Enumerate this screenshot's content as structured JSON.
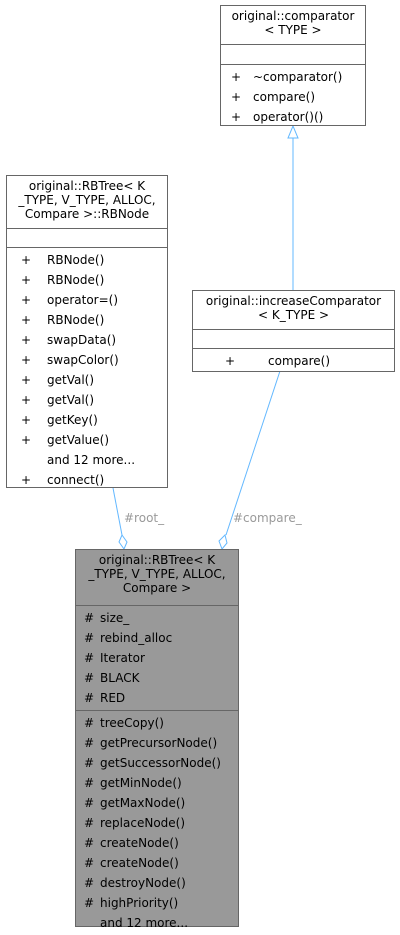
{
  "nodes": {
    "comparator": {
      "title_lines": [
        "original::comparator",
        "< TYPE >"
      ],
      "attributes": [],
      "methods": [
        {
          "vis": "+",
          "name": "~comparator()"
        },
        {
          "vis": "+",
          "name": "compare()"
        },
        {
          "vis": "+",
          "name": "operator()()"
        }
      ]
    },
    "rbnode": {
      "title_lines": [
        "original::RBTree< K",
        "_TYPE, V_TYPE, ALLOC,",
        "Compare >::RBNode"
      ],
      "attributes": [],
      "methods": [
        {
          "vis": "+",
          "name": "RBNode()"
        },
        {
          "vis": "+",
          "name": "RBNode()"
        },
        {
          "vis": "+",
          "name": "operator=()"
        },
        {
          "vis": "+",
          "name": "RBNode()"
        },
        {
          "vis": "+",
          "name": "swapData()"
        },
        {
          "vis": "+",
          "name": "swapColor()"
        },
        {
          "vis": "+",
          "name": "getVal()"
        },
        {
          "vis": "+",
          "name": "getVal()"
        },
        {
          "vis": "+",
          "name": "getKey()"
        },
        {
          "vis": "+",
          "name": "getValue()"
        },
        {
          "vis": "",
          "name": "and 12 more..."
        },
        {
          "vis": "+",
          "name": "connect()"
        }
      ]
    },
    "increase": {
      "title_lines": [
        "original::increaseComparator",
        "< K_TYPE >"
      ],
      "attributes": [],
      "methods": [
        {
          "vis": "+",
          "name": "compare()"
        }
      ]
    },
    "rbtree": {
      "title_lines": [
        "original::RBTree< K",
        "_TYPE, V_TYPE, ALLOC,",
        "Compare >"
      ],
      "attributes": [
        {
          "vis": "#",
          "name": "size_"
        },
        {
          "vis": "#",
          "name": "rebind_alloc"
        },
        {
          "vis": "#",
          "name": "Iterator"
        },
        {
          "vis": "#",
          "name": "BLACK"
        },
        {
          "vis": "#",
          "name": "RED"
        }
      ],
      "methods": [
        {
          "vis": "#",
          "name": "treeCopy()"
        },
        {
          "vis": "#",
          "name": "getPrecursorNode()"
        },
        {
          "vis": "#",
          "name": "getSuccessorNode()"
        },
        {
          "vis": "#",
          "name": "getMinNode()"
        },
        {
          "vis": "#",
          "name": "getMaxNode()"
        },
        {
          "vis": "#",
          "name": "replaceNode()"
        },
        {
          "vis": "#",
          "name": "createNode()"
        },
        {
          "vis": "#",
          "name": "createNode()"
        },
        {
          "vis": "#",
          "name": "destroyNode()"
        },
        {
          "vis": "#",
          "name": "highPriority()"
        },
        {
          "vis": "",
          "name": "and 12 more..."
        }
      ]
    }
  },
  "edges": {
    "root_label": "#root_",
    "compare_label": "#compare_"
  },
  "colors": {
    "edge": "#63b8ff",
    "border": "#666666",
    "focus_fill": "#999999",
    "edge_label": "#9a9a9a"
  }
}
